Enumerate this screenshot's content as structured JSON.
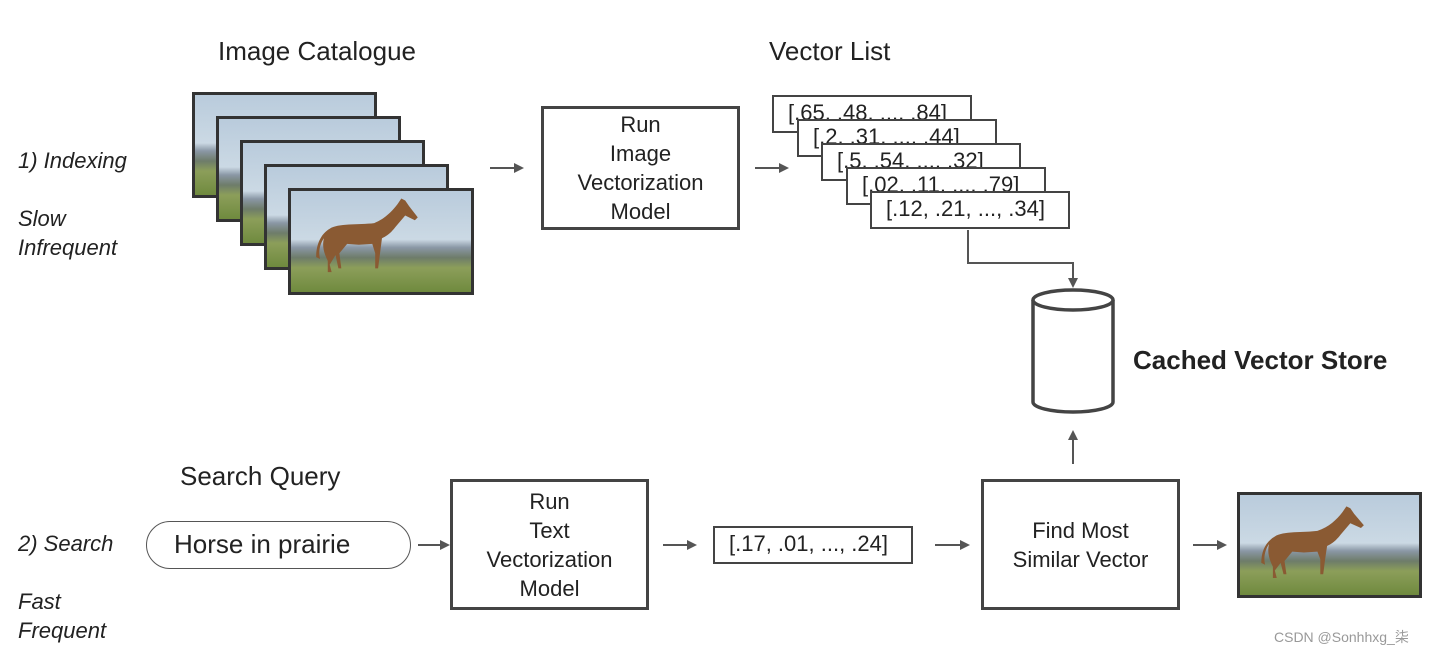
{
  "headings": {
    "image_catalogue": "Image Catalogue",
    "vector_list": "Vector List",
    "search_query": "Search Query",
    "cached_vector_store": "Cached Vector Store"
  },
  "indexing": {
    "label": "1) Indexing",
    "note_1": "Slow",
    "note_2": "Infrequent",
    "model_box": "Run\nImage\nVectorization\nModel",
    "vectors": [
      "[.65, .48, ..., .84]",
      "[.2, .31, ..., .44]",
      "[.5, .54, ..., .32]",
      "[.02, .11, ..., .79]",
      "[.12, .21, ..., .34]"
    ]
  },
  "search": {
    "label": "2) Search",
    "note_1": "Fast",
    "note_2": "Frequent",
    "query_text": "Horse in prairie",
    "model_box": "Run\nText\nVectorization\nModel",
    "query_vector": "[.17, .01, ..., .24]",
    "similar_box": "Find Most\nSimilar Vector"
  },
  "watermark": "CSDN @Sonhhxg_柒"
}
